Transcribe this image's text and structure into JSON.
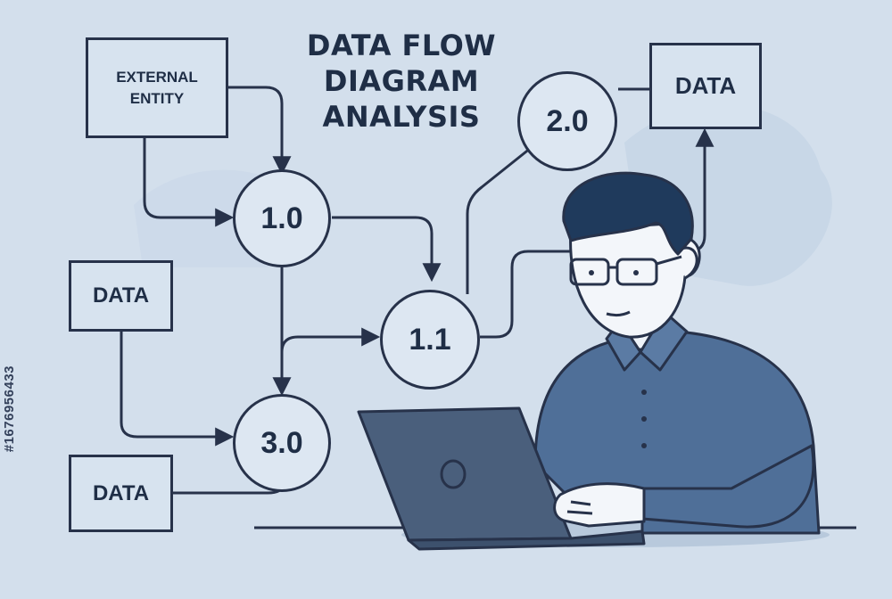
{
  "title": {
    "line1": "DATA FLOW",
    "line2": "DIAGRAM",
    "line3": "ANALYSIS"
  },
  "entities": {
    "external": {
      "line1": "EXTERNAL",
      "line2": "ENTITY"
    },
    "data_top_right": "DATA",
    "data_left": "DATA",
    "data_bottom_left": "DATA"
  },
  "processes": {
    "p1": "1.0",
    "p11": "1.1",
    "p2": "2.0",
    "p3": "3.0"
  },
  "watermark": "#1676956433",
  "colors": {
    "background": "#d3dfec",
    "line": "#27324a",
    "shirt": "#4f6f98",
    "hair": "#1f3a5c",
    "laptop": "#4a5f7c",
    "skin": "#f3f6fa"
  }
}
